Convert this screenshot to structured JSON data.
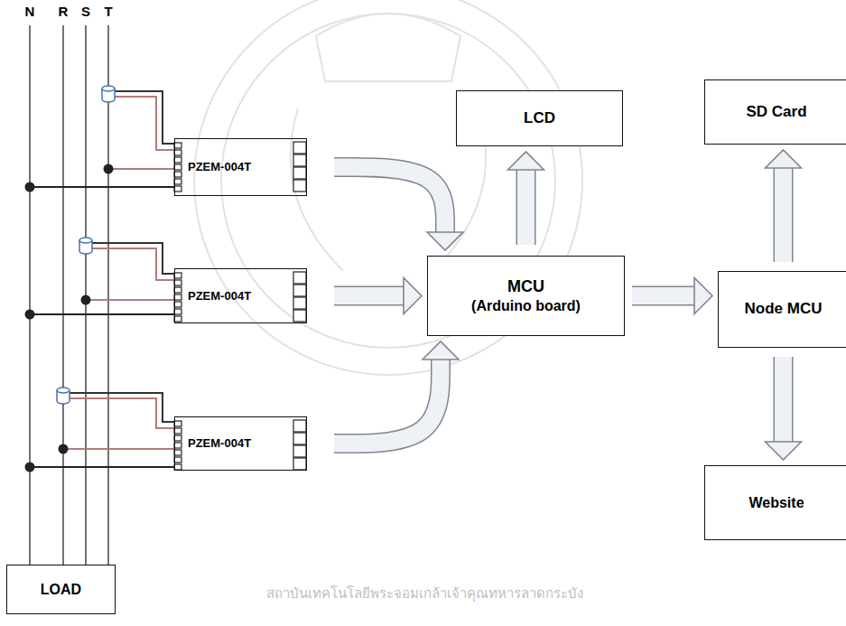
{
  "diagram": {
    "nodes": [
      {
        "text": [
          "PZEM-004T"
        ]
      },
      {
        "text": [
          "LCD"
        ]
      },
      {
        "text": [
          "SD Card"
        ]
      },
      {
        "text": [
          "PZEM-004T"
        ]
      },
      {
        "text": [
          "MCU",
          "(Arduino board)"
        ]
      },
      {
        "text": [
          "Node MCU"
        ]
      },
      {
        "text": [
          "PZEM-004T"
        ]
      },
      {
        "text": [
          "Website"
        ]
      },
      {
        "text": [
          "LOAD"
        ]
      }
    ],
    "edges": [
      {
        "from": 0,
        "to": 4,
        "arrow": "to"
      },
      {
        "from": 3,
        "to": 4,
        "arrow": "to"
      },
      {
        "from": 6,
        "to": 4,
        "arrow": "to"
      },
      {
        "from": 4,
        "to": 1,
        "arrow": "to"
      },
      {
        "from": 4,
        "to": 5,
        "arrow": "to"
      },
      {
        "from": 5,
        "to": 2,
        "arrow": "to"
      },
      {
        "from": 5,
        "to": 7,
        "arrow": "to"
      }
    ],
    "labels": [
      "N",
      "R",
      "S",
      "T",
      "สถาบันเทคโนโลยีพระจอมเกล้าเจ้าคุณทหารลาดกระบัง"
    ]
  }
}
